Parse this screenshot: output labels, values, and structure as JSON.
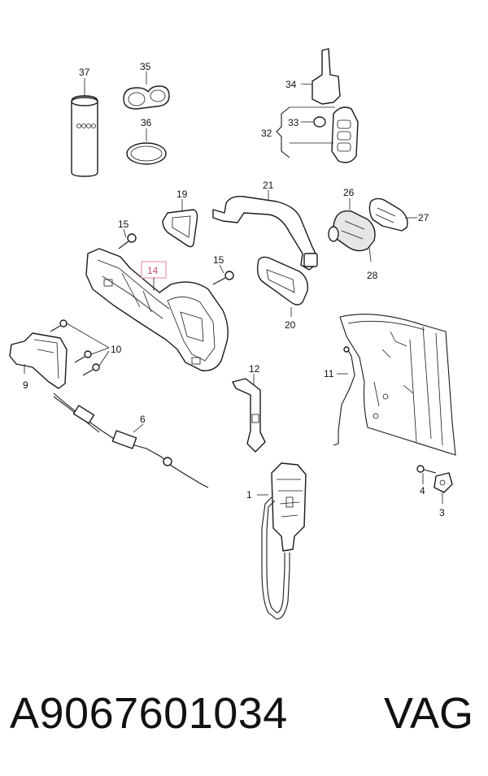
{
  "diagram": {
    "callouts": {
      "c1": "1",
      "c3": "3",
      "c4": "4",
      "c6": "6",
      "c9": "9",
      "c10": "10",
      "c11": "11",
      "c12": "12",
      "c14": "14",
      "c15a": "15",
      "c15b": "15",
      "c19": "19",
      "c20": "20",
      "c21": "21",
      "c26": "26",
      "c27": "27",
      "c28": "28",
      "c32": "32",
      "c33": "33",
      "c34": "34",
      "c35": "35",
      "c36": "36",
      "c37": "37"
    },
    "highlighted_callout": "14",
    "highlight_color": "#e8a0b4"
  },
  "footer": {
    "part_number": "A9067601034",
    "brand": "VAG"
  }
}
